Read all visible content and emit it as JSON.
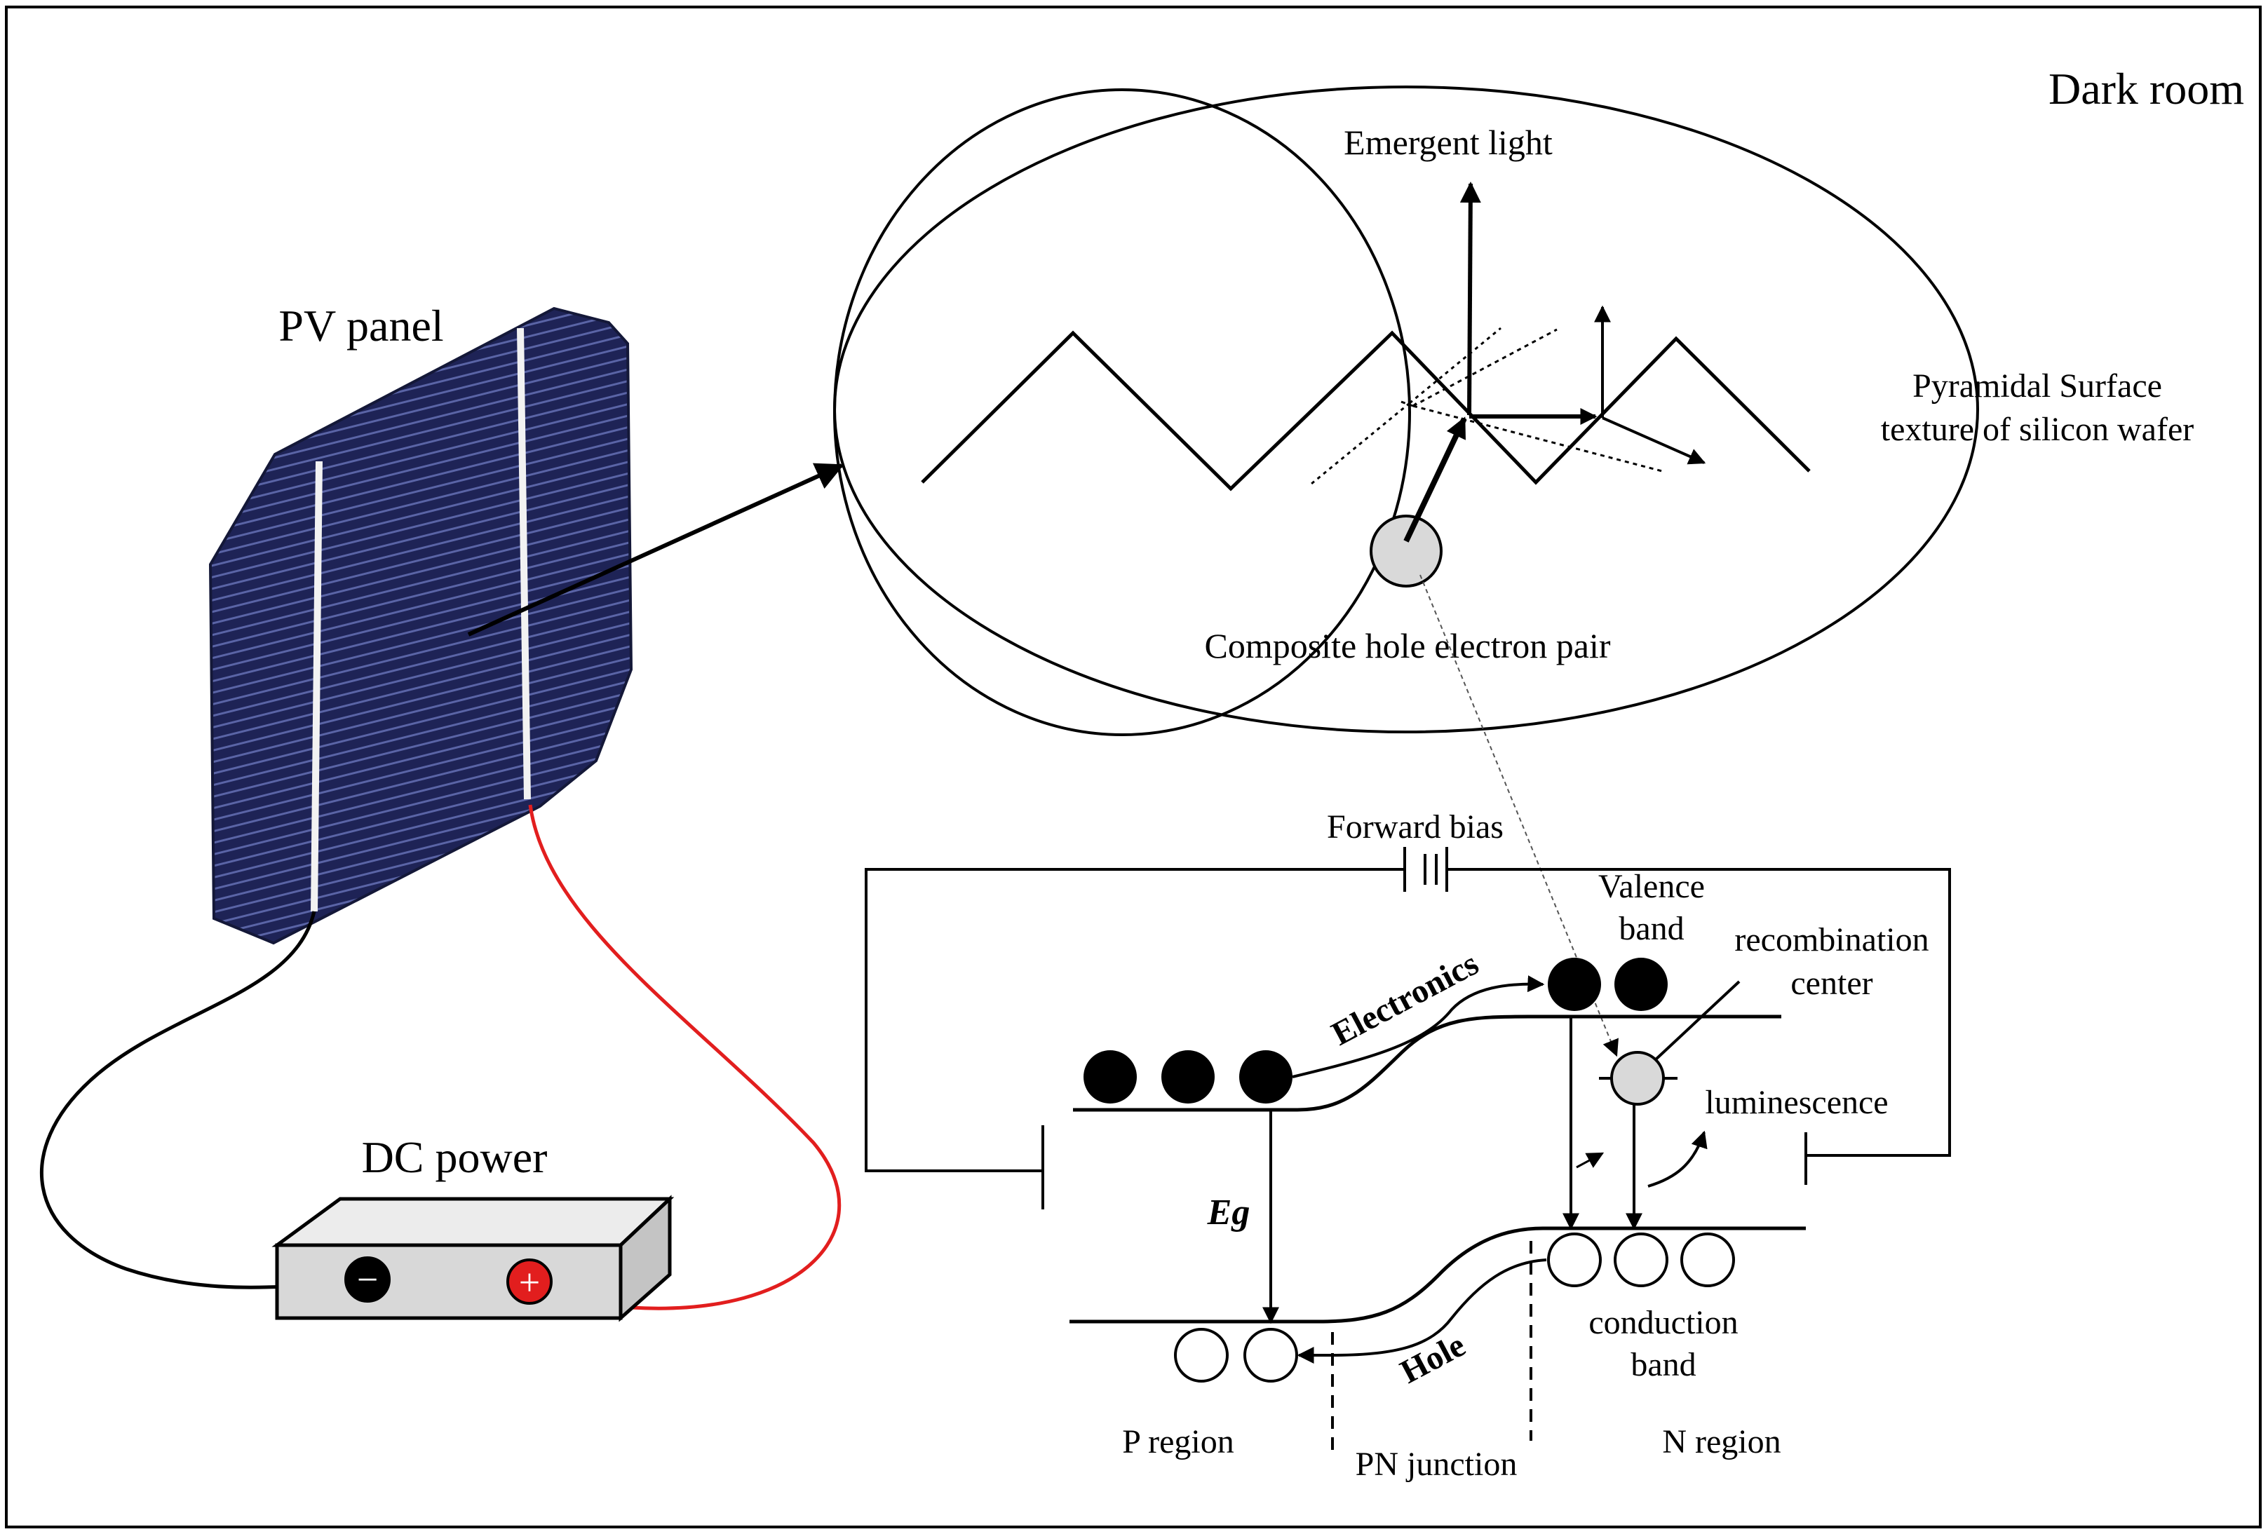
{
  "labels": {
    "dark_room": "Dark room",
    "pv_panel": "PV panel",
    "dc_power": "DC power",
    "emergent_light": "Emergent light",
    "pyramidal_line1": "Pyramidal Surface",
    "pyramidal_line2": "texture of silicon wafer",
    "composite_pair": "Composite hole electron pair",
    "forward_bias": "Forward bias",
    "valence_line1": "Valence",
    "valence_line2": "band",
    "recombination_line1": "recombination",
    "recombination_line2": "center",
    "electronics": "Electronics",
    "luminescence": "luminescence",
    "eg": "Eg",
    "hole": "Hole",
    "conduction_line1": "conduction",
    "conduction_line2": "band",
    "p_region": "P region",
    "pn_junction": "PN junction",
    "n_region": "N region",
    "minus_sign": "−",
    "plus_sign": "+"
  },
  "colors": {
    "panel_dark": "#1c2150",
    "panel_mid": "#2c3470",
    "busbar": "#f4f4f4",
    "wire_red": "#e21e1e",
    "wire_black": "#000000",
    "box_front": "#d8d8d8",
    "box_top": "#ececec",
    "box_side": "#c4c4c4",
    "terminal_plus": "#e21e1e",
    "terminal_minus": "#000000",
    "gray_particle": "#d9d9d9"
  }
}
